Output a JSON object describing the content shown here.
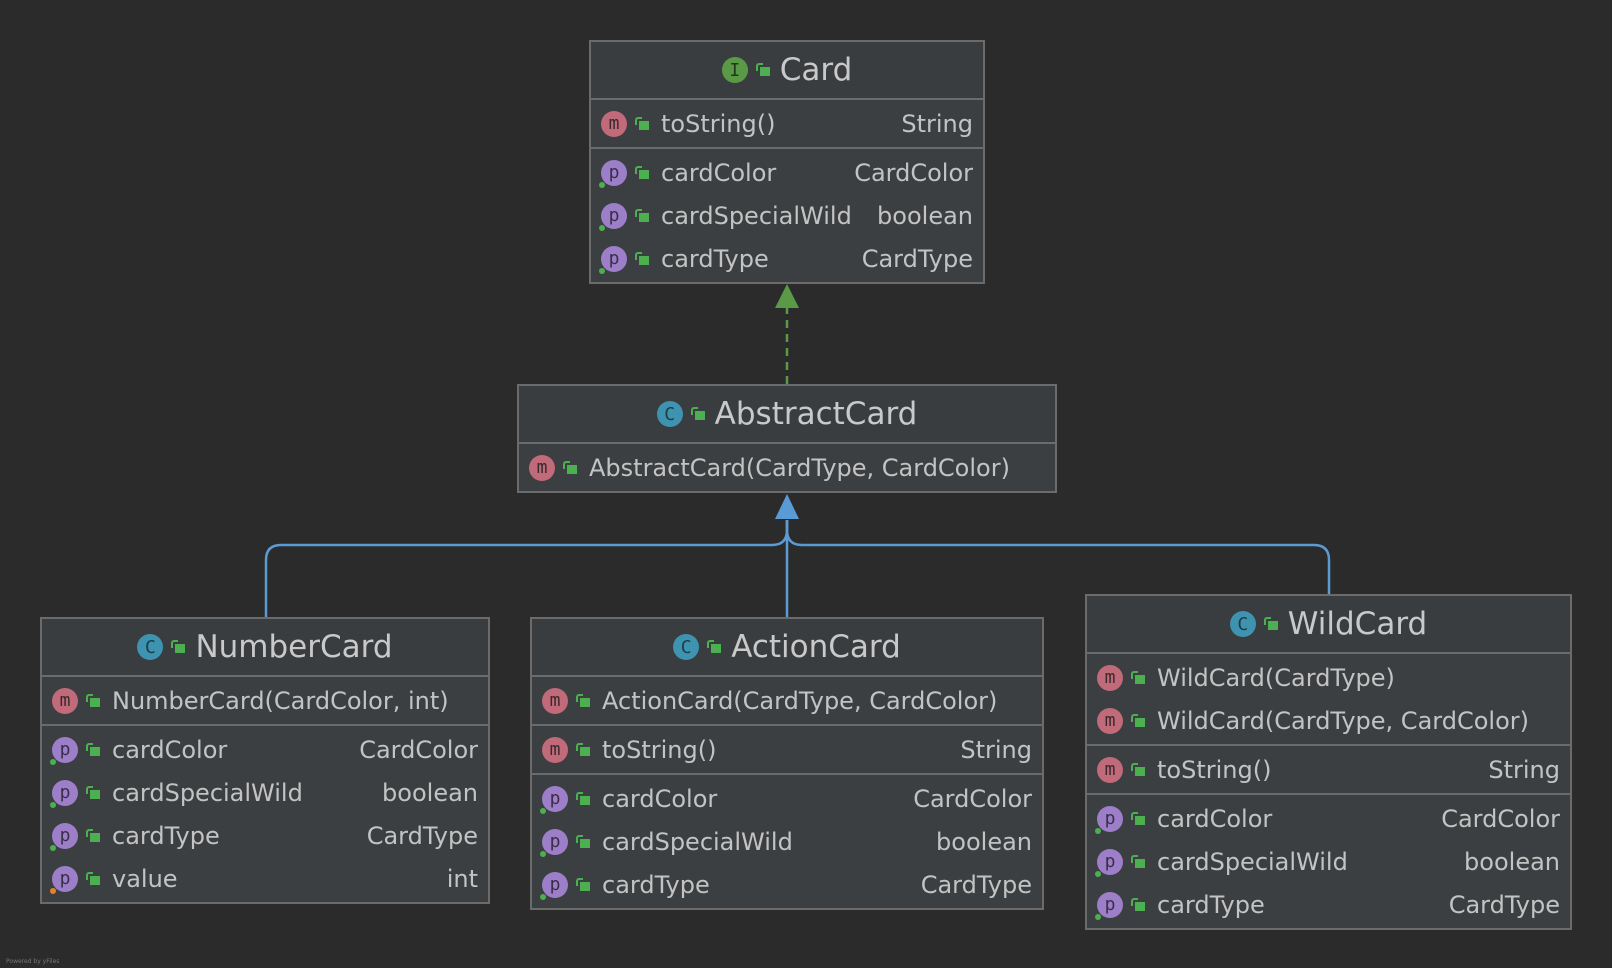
{
  "classes": {
    "card": {
      "kind": "I",
      "title": "Card",
      "sections": [
        [
          {
            "kind": "m",
            "name": "toString()",
            "type": "String"
          }
        ],
        [
          {
            "kind": "p",
            "name": "cardColor",
            "type": "CardColor"
          },
          {
            "kind": "p",
            "name": "cardSpecialWild",
            "type": "boolean"
          },
          {
            "kind": "p",
            "name": "cardType",
            "type": "CardType"
          }
        ]
      ]
    },
    "abstract_card": {
      "kind": "C",
      "title": "AbstractCard",
      "sections": [
        [
          {
            "kind": "m",
            "name": "AbstractCard(CardType, CardColor)",
            "type": ""
          }
        ]
      ]
    },
    "number_card": {
      "kind": "C",
      "title": "NumberCard",
      "sections": [
        [
          {
            "kind": "m",
            "name": "NumberCard(CardColor, int)",
            "type": ""
          }
        ],
        [
          {
            "kind": "p",
            "name": "cardColor",
            "type": "CardColor"
          },
          {
            "kind": "p",
            "name": "cardSpecialWild",
            "type": "boolean"
          },
          {
            "kind": "p",
            "name": "cardType",
            "type": "CardType"
          },
          {
            "kind": "p",
            "name": "value",
            "type": "int"
          }
        ]
      ]
    },
    "action_card": {
      "kind": "C",
      "title": "ActionCard",
      "sections": [
        [
          {
            "kind": "m",
            "name": "ActionCard(CardType, CardColor)",
            "type": ""
          }
        ],
        [
          {
            "kind": "m",
            "name": "toString()",
            "type": "String"
          }
        ],
        [
          {
            "kind": "p",
            "name": "cardColor",
            "type": "CardColor"
          },
          {
            "kind": "p",
            "name": "cardSpecialWild",
            "type": "boolean"
          },
          {
            "kind": "p",
            "name": "cardType",
            "type": "CardType"
          }
        ]
      ]
    },
    "wild_card": {
      "kind": "C",
      "title": "WildCard",
      "sections": [
        [
          {
            "kind": "m",
            "name": "WildCard(CardType)",
            "type": ""
          },
          {
            "kind": "m",
            "name": "WildCard(CardType, CardColor)",
            "type": ""
          }
        ],
        [
          {
            "kind": "m",
            "name": "toString()",
            "type": "String"
          }
        ],
        [
          {
            "kind": "p",
            "name": "cardColor",
            "type": "CardColor"
          },
          {
            "kind": "p",
            "name": "cardSpecialWild",
            "type": "boolean"
          },
          {
            "kind": "p",
            "name": "cardType",
            "type": "CardType"
          }
        ]
      ]
    }
  },
  "footer": "Powered by yFiles",
  "colors": {
    "background": "#2b2b2b",
    "implements_edge": "#5a9a46",
    "extends_edge": "#5b9bd5"
  }
}
